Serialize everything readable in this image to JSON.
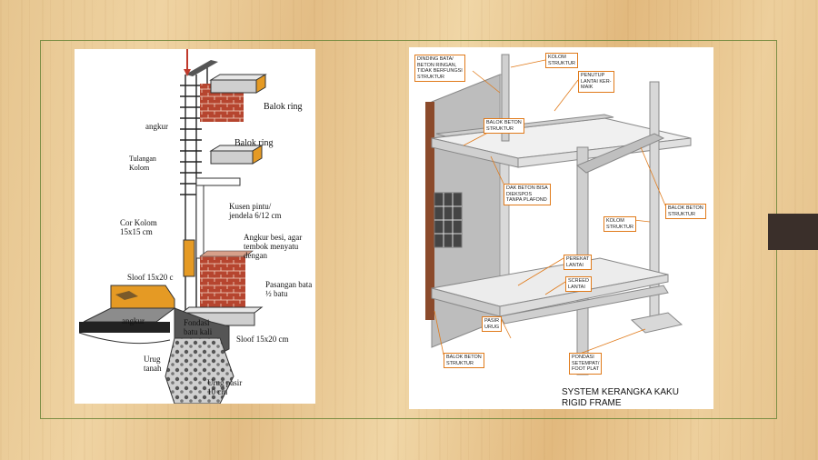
{
  "slide": {
    "colors": {
      "frame": "#7c8e45",
      "nav_tab": "#3a2f2a",
      "tag_border": "#e07a1a",
      "brick": "#b6452f",
      "orange": "#e59a24"
    }
  },
  "left_diagram": {
    "labels": {
      "balok_ring_1": "Balok ring",
      "angkur_top": "angkur",
      "tulangan_kolom": "Tulangan\nKolom",
      "balok_ring_2": "Balok ring",
      "kusen": "Kusen pintu/\njendela 6/12 cm",
      "cor_kolom": "Cor Kolom\n15x15 cm",
      "angkur_besi": "Angkur besi, agar\ntembok menyatu\ndengan",
      "sloof_top": "Sloof 15x20 c",
      "pasangan_bata": "Pasangan bata\n½ batu",
      "angkur_bottom": "angkur",
      "pondasi": "Fondasi\nbatu kali",
      "sloof_bottom": "Sloof 15x20 cm",
      "urug_tanah": "Urug\ntanah",
      "urug_pasir": "Urug pasir\n10 cm"
    }
  },
  "right_diagram": {
    "tags": {
      "dinding": "DINDING BATA/\nBETON RINGAN,\nTIDAK BERFUNGSI\nSTRUKTUR",
      "kolom_top": "KOLOM\nSTRUKTUR",
      "penutup": "PENUTUP\nLANTAI KER-\nMAIK",
      "balok_top": "BALOK BETON\nSTRUKTUR",
      "dak": "DAK BETON BISA\nDIEKSPOS\nTANPA PLAFOND",
      "balok_right": "BALOK BETON\nSTRUKTUR",
      "kolom_mid": "KOLOM\nSTRUKTUR",
      "perekat": "PEREKAT\nLANTAI",
      "screed": "SCREED\nLANTAI",
      "pasir": "PASIR\nURUG",
      "balok_bottom": "BALOK BETON\nSTRUKTUR",
      "pondasi": "PONDASI\nSETEMPAT/\nFOOT PLAT"
    },
    "caption": "SYSTEM KERANGKA KAKU\nRIGID FRAME"
  }
}
